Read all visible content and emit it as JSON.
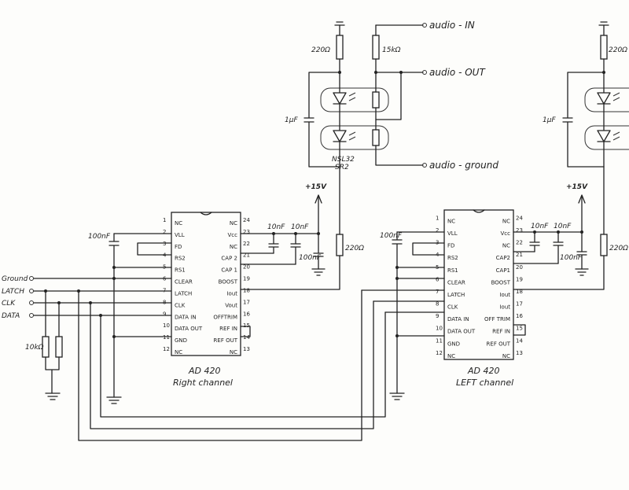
{
  "inputs": [
    {
      "id": "ground",
      "label": "Ground"
    },
    {
      "id": "latch",
      "label": "LATCH"
    },
    {
      "id": "clk",
      "label": "CLK"
    },
    {
      "id": "data",
      "label": "DATA"
    }
  ],
  "resistor_10k": "10kΩ",
  "chips": [
    {
      "id": "right",
      "name": "AD 420",
      "caption": "Right channel",
      "left_pins": [
        {
          "num": "1",
          "name": "NC"
        },
        {
          "num": "2",
          "name": "VLL"
        },
        {
          "num": "3",
          "name": "FD"
        },
        {
          "num": "4",
          "name": "RS2"
        },
        {
          "num": "5",
          "name": "RS1"
        },
        {
          "num": "6",
          "name": "CLEAR"
        },
        {
          "num": "7",
          "name": "LATCH"
        },
        {
          "num": "8",
          "name": "CLK"
        },
        {
          "num": "9",
          "name": "DATA IN"
        },
        {
          "num": "10",
          "name": "DATA OUT"
        },
        {
          "num": "11",
          "name": "GND"
        },
        {
          "num": "12",
          "name": "NC"
        }
      ],
      "right_pins": [
        {
          "num": "24",
          "name": "NC"
        },
        {
          "num": "23",
          "name": "Vcc"
        },
        {
          "num": "22",
          "name": "NC"
        },
        {
          "num": "21",
          "name": "CAP 2"
        },
        {
          "num": "20",
          "name": "CAP 1"
        },
        {
          "num": "19",
          "name": "BOOST"
        },
        {
          "num": "18",
          "name": "Iout"
        },
        {
          "num": "17",
          "name": "Vout"
        },
        {
          "num": "16",
          "name": "OFFTRIM"
        },
        {
          "num": "15",
          "name": "REF IN"
        },
        {
          "num": "14",
          "name": "REF OUT"
        },
        {
          "num": "13",
          "name": "NC"
        }
      ],
      "cap_vll": "100nF",
      "cap_a": "10nF",
      "cap_b": "10nF",
      "cap_c": "100nF",
      "supply": "+15V",
      "resistor": "220Ω"
    },
    {
      "id": "left",
      "name": "AD 420",
      "caption": "LEFT channel",
      "left_pins": [
        {
          "num": "1",
          "name": "NC"
        },
        {
          "num": "2",
          "name": "VLL"
        },
        {
          "num": "3",
          "name": "FD"
        },
        {
          "num": "4",
          "name": "RS2"
        },
        {
          "num": "5",
          "name": "RS1"
        },
        {
          "num": "6",
          "name": "CLEAR"
        },
        {
          "num": "7",
          "name": "LATCH"
        },
        {
          "num": "8",
          "name": "CLK"
        },
        {
          "num": "9",
          "name": "DATA IN"
        },
        {
          "num": "10",
          "name": "DATA OUT"
        },
        {
          "num": "11",
          "name": "GND"
        },
        {
          "num": "12",
          "name": "NC"
        }
      ],
      "right_pins": [
        {
          "num": "24",
          "name": "NC"
        },
        {
          "num": "23",
          "name": "Vcc"
        },
        {
          "num": "22",
          "name": "NC"
        },
        {
          "num": "21",
          "name": "CAP2"
        },
        {
          "num": "20",
          "name": "CAP1"
        },
        {
          "num": "19",
          "name": "BOOST"
        },
        {
          "num": "18",
          "name": "Iout"
        },
        {
          "num": "17",
          "name": "Iout"
        },
        {
          "num": "16",
          "name": "OFF TRIM"
        },
        {
          "num": "15",
          "name": "REF IN"
        },
        {
          "num": "14",
          "name": "REF OUT"
        },
        {
          "num": "13",
          "name": "NC"
        }
      ],
      "cap_vll": "100nF",
      "cap_a": "10nF",
      "cap_b": "10nF",
      "cap_c": "100nF",
      "supply": "+15V",
      "resistor": "220Ω"
    }
  ],
  "vactrol": {
    "r_top": "220Ω",
    "r_15k": "15kΩ",
    "cap": "1μF",
    "part_line1": "NSL32",
    "part_line2": "SR2"
  },
  "vactrol_left": {
    "r_top": "220Ω",
    "cap": "1μF"
  },
  "audio": {
    "in": "audio - IN",
    "out": "audio - OUT",
    "ground": "audio - ground"
  }
}
